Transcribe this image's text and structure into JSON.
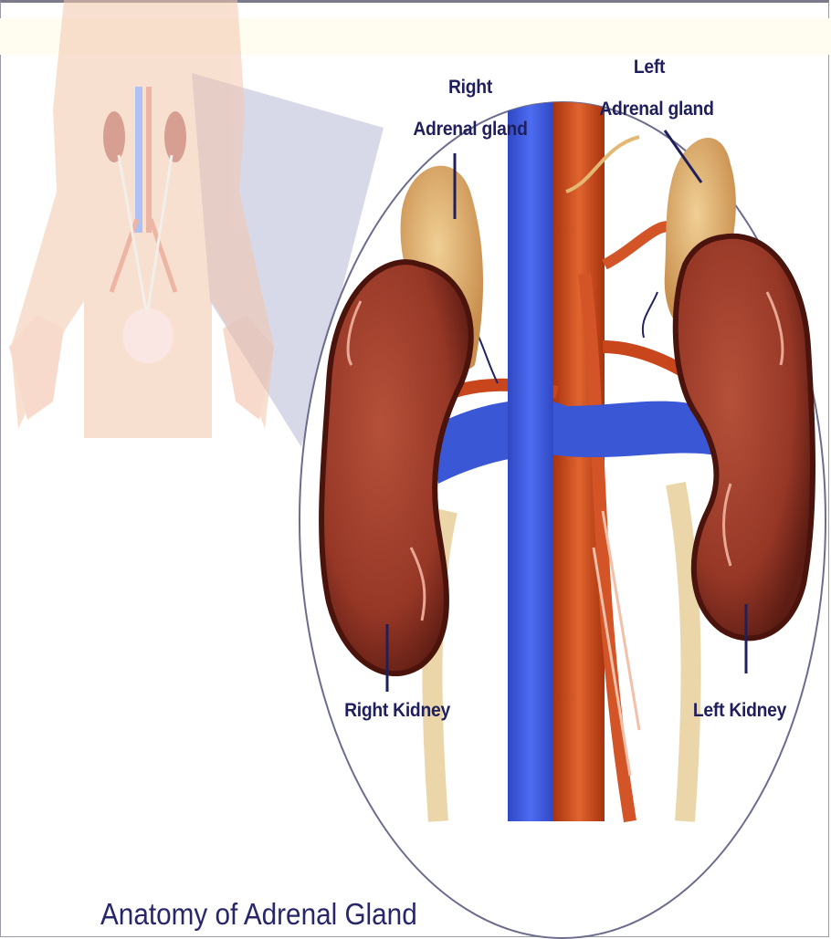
{
  "labels": {
    "right_adrenal_line1": "Right",
    "right_adrenal_line2": "Adrenal gland",
    "left_adrenal_line1": "Left",
    "left_adrenal_line2": "Adrenal gland",
    "right_kidney": "Right Kidney",
    "left_kidney": "Left Kidney"
  },
  "title": "Anatomy of Adrenal Gland",
  "colors": {
    "label_text": "#1f1f5e",
    "vena_cava": "#3a57d6",
    "aorta": "#c9461c",
    "kidney": "#9b3c2a",
    "adrenal": "#e3b873",
    "magnifier_cone": "#c9cbe0"
  }
}
